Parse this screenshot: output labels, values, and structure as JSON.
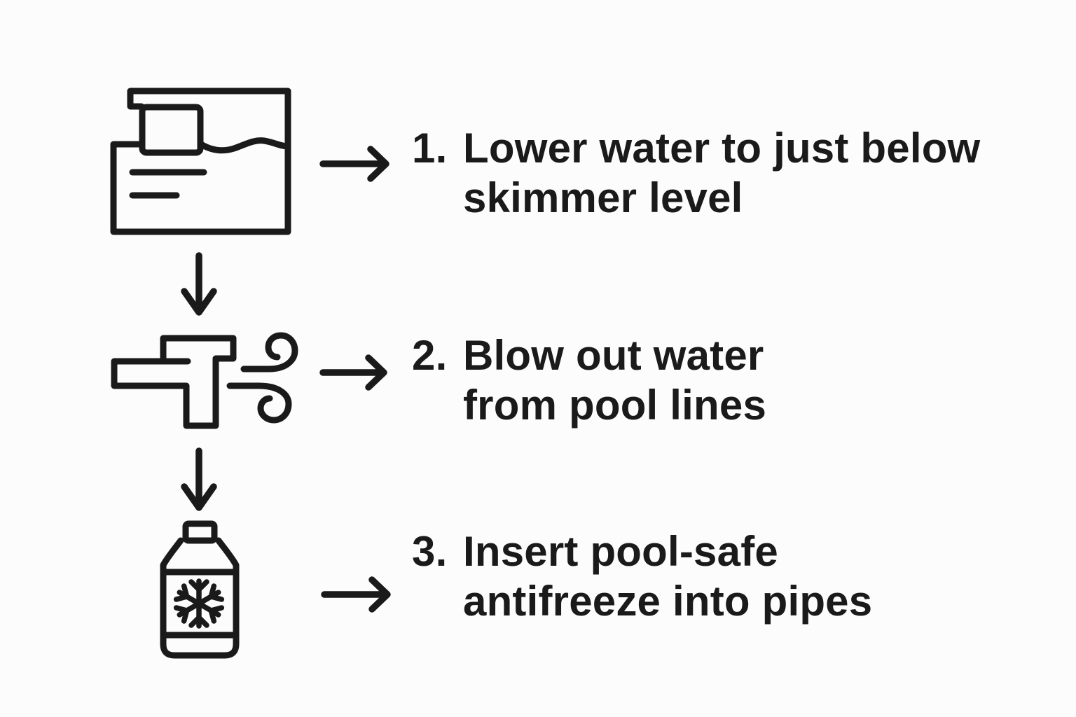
{
  "colors": {
    "ink": "#1a1a1a",
    "background": "#fcfcfc"
  },
  "steps": [
    {
      "number": "1.",
      "lines": [
        "Lower water to just below",
        "skimmer level"
      ],
      "icon": "pool-skimmer",
      "arrow": "right-arrow"
    },
    {
      "number": "2.",
      "lines": [
        "Blow out water",
        "from pool lines"
      ],
      "icon": "pipe-blowout-wind",
      "arrow": "right-arrow"
    },
    {
      "number": "3.",
      "lines": [
        "Insert pool-safe",
        "antifreeze into pipes"
      ],
      "icon": "antifreeze-bottle-snowflake",
      "arrow": "right-arrow"
    }
  ],
  "connectors": [
    "down-arrow",
    "down-arrow"
  ]
}
